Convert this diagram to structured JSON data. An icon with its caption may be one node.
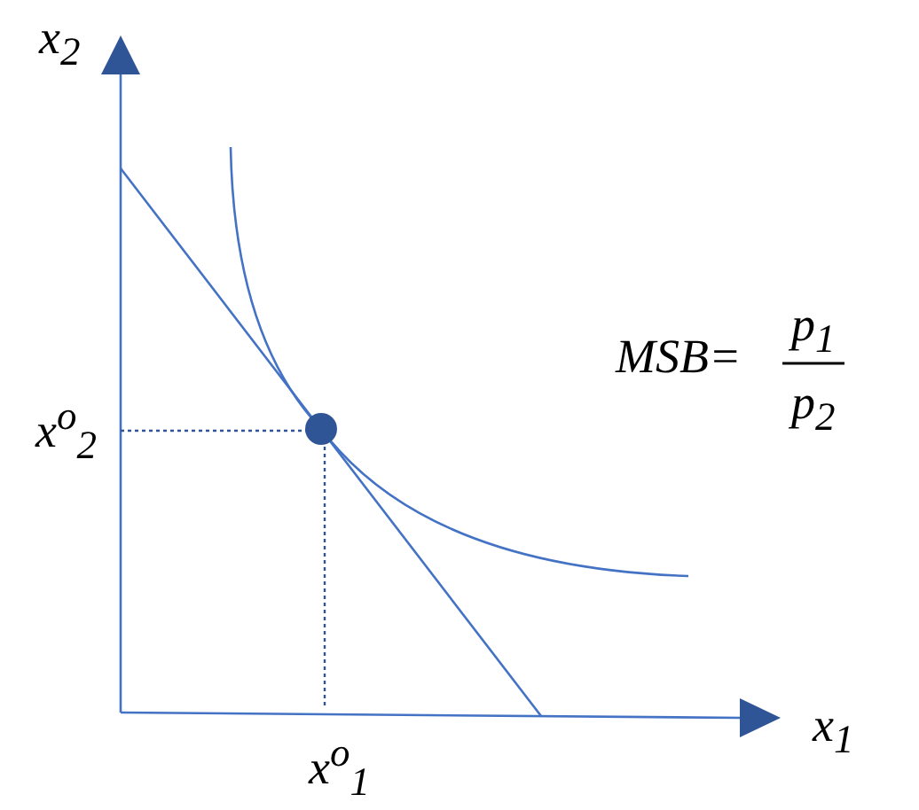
{
  "diagram": {
    "labels": [
      "x$_{2}$",
      "MSB=",
      "p$_{1}$",
      "p$_{2}$",
      "x$^{o}$$_{2}$",
      "x$^{o}$$_{1}$",
      "x$_{1}$"
    ]
  }
}
